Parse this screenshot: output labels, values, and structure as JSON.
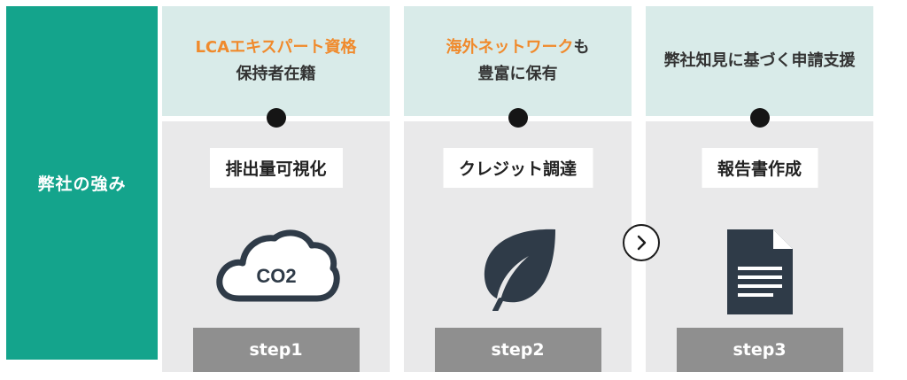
{
  "sidebar": {
    "label": "弊社の強み"
  },
  "columns": [
    {
      "header_orange": "LCAエキスパート資格",
      "header_dark": "保持者在籍",
      "label": "排出量可視化",
      "icon": "cloud-co2-icon",
      "icon_text": "CO2",
      "step": "step1"
    },
    {
      "header_orange": "海外ネットワーク",
      "header_dark_inline": "も",
      "header_dark": "豊富に保有",
      "label": "クレジット調達",
      "icon": "leaf-icon",
      "step": "step2"
    },
    {
      "header_dark": "弊社知見に基づく申請支援",
      "label": "報告書作成",
      "icon": "document-icon",
      "step": "step3"
    }
  ],
  "colors": {
    "accent_green": "#14a48c",
    "header_bg": "#d9ebe9",
    "body_bg": "#e9e9ea",
    "orange": "#f08a2c",
    "step_bg": "#8f8f8f",
    "icon_dark": "#2f3b48"
  }
}
